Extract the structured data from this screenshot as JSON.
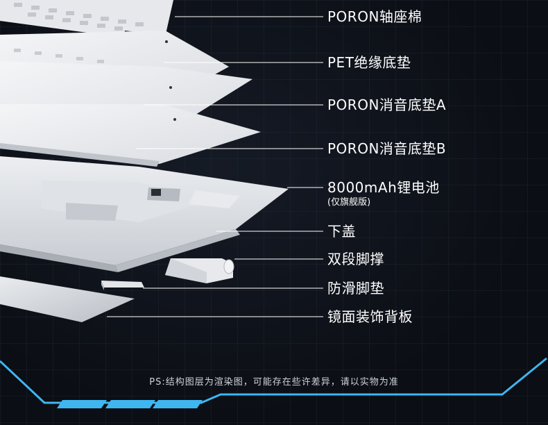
{
  "labels": {
    "poron_switch": "PORON轴座棉",
    "pet": "PET绝缘底垫",
    "poron_a": "PORON消音底垫A",
    "poron_b": "PORON消音底垫B",
    "battery": "8000mAh锂电池",
    "battery_note": "(仅旗舰版)",
    "bottom_case": "下盖",
    "feet": "双段脚撑",
    "pads": "防滑脚垫",
    "plate": "镜面装饰背板"
  },
  "footer": {
    "note": "PS:结构图层为渲染图，可能存在些许差异，请以实物为准"
  },
  "colors": {
    "background": "#0b0e14",
    "accent": "#3fb6f0",
    "text": "#ffffff"
  }
}
